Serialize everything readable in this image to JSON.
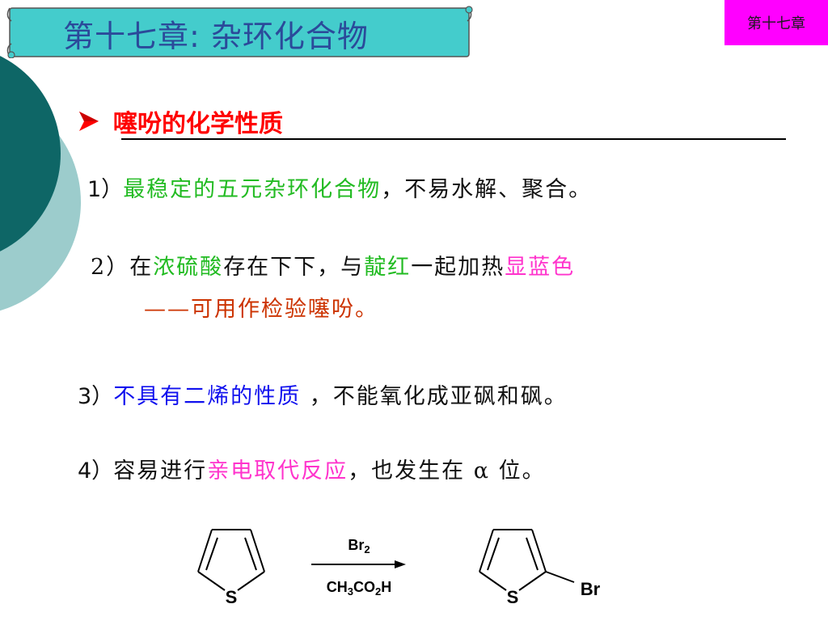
{
  "header": {
    "title": "第十七章: 杂环化合物",
    "chapter_tag": "第十七章"
  },
  "section": {
    "heading": "噻吩的化学性质"
  },
  "items": [
    {
      "n": "1）",
      "highlight": "最稳定的五元杂环化合物",
      "rest": "，不易水解、聚合。"
    },
    {
      "n": "2）",
      "a": "在",
      "b": "浓硫酸",
      "c": "存在下下，与",
      "d": "靛红",
      "e": "一起加热",
      "f": "显蓝色",
      "line2": "——可用作检验噻吩。"
    },
    {
      "n": "3）",
      "highlight": "不具有二烯的性质",
      "rest": " ，不能氧化成亚砜和砜。"
    },
    {
      "n": "4）",
      "a": "容易进行",
      "b": "亲电取代反应",
      "c": "，也发生在 α 位。"
    }
  ],
  "reaction": {
    "reactant_S": "S",
    "product_S": "S",
    "product_substituent": "Br",
    "reagent_top": "Br2",
    "reagent_bottom": "CH3CO2H"
  },
  "colors": {
    "heading": "#ff0000",
    "green": "#22bb22",
    "pink": "#ff33cc",
    "blue": "#1111ee",
    "tag": "#ff00ff"
  }
}
